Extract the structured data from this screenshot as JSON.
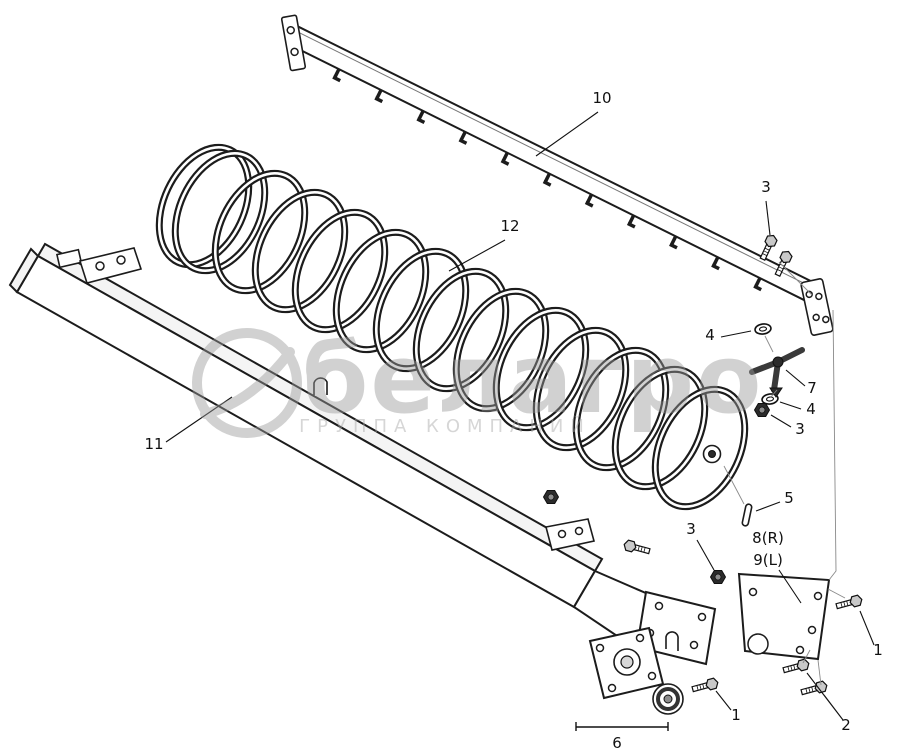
{
  "watermark": {
    "brand": "белагро",
    "subtitle": "ГРУППА КОМПАНИЙ"
  },
  "labels": {
    "bar": "10",
    "spiral": "12",
    "beam": "11",
    "bolts_top": "3",
    "washer_upper": "4",
    "tine_holder": "7",
    "washer_lower": "4",
    "nut_right": "3",
    "pin": "5",
    "plate_right": "8(R)",
    "plate_left": "9(L)",
    "nut_mid": "3",
    "bolt_right": "1",
    "bolt_bottom": "1",
    "bolts_pair": "2",
    "bearing": "6"
  }
}
